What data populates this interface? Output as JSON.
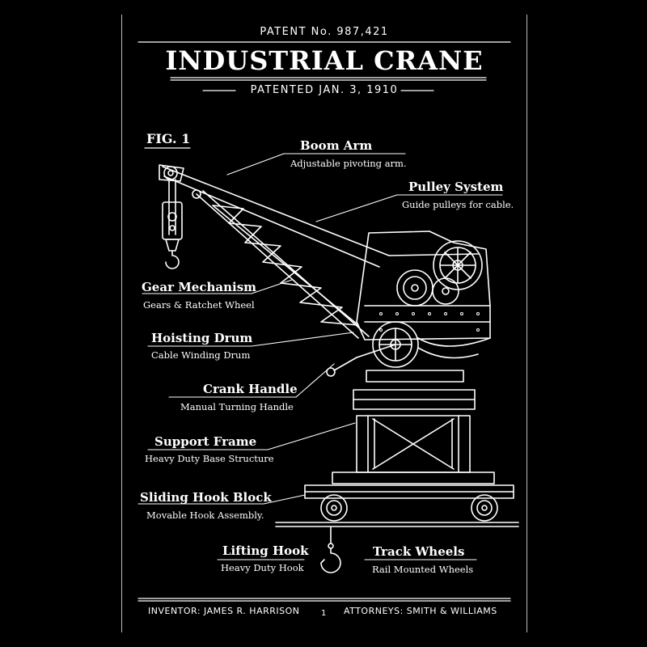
{
  "header": {
    "patent_number": "PATENT No. 987,421",
    "title": "INDUSTRIAL CRANE",
    "patented_date": "PATENTED JAN. 3, 1910"
  },
  "figure_label": "FIG. 1",
  "labels": {
    "boom_arm": {
      "name": "Boom Arm",
      "desc": "Adjustable pivoting arm."
    },
    "pulley_system": {
      "name": "Pulley System",
      "desc": "Guide pulleys for cable."
    },
    "gear_mechanism": {
      "name": "Gear Mechanism",
      "desc": "Gears & Ratchet Wheel"
    },
    "hoisting_drum": {
      "name": "Hoisting Drum",
      "desc": "Cable Winding Drum"
    },
    "crank_handle": {
      "name": "Crank Handle",
      "desc": "Manual Turning Handle"
    },
    "support_frame": {
      "name": "Support Frame",
      "desc": "Heavy Duty Base Structure"
    },
    "sliding_hook_block": {
      "name": "Sliding Hook Block",
      "desc": "Movable Hook Assembly."
    },
    "lifting_hook": {
      "name": "Lifting Hook",
      "desc": "Heavy Duty Hook"
    },
    "track_wheels": {
      "name": "Track Wheels",
      "desc": "Rail Mounted Wheels"
    }
  },
  "footer": {
    "inventor": "INVENTOR: JAMES R. HARRISON",
    "sheet": "1",
    "attorneys": "ATTORNEYS: SMITH & WILLIAMS"
  }
}
